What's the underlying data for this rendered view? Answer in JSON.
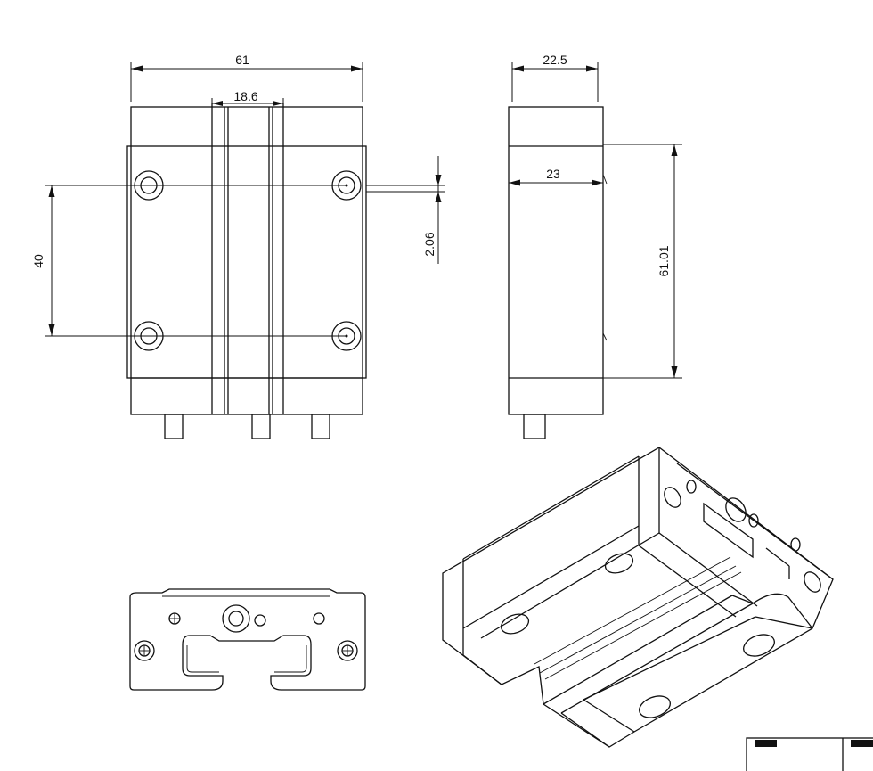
{
  "dimensions": {
    "front_width": "61",
    "slot_width": "18.6",
    "hole_spacing": "40",
    "hole_offset": "2.06",
    "side_top_width": "22.5",
    "side_body_width": "23",
    "side_height": "61.01"
  }
}
